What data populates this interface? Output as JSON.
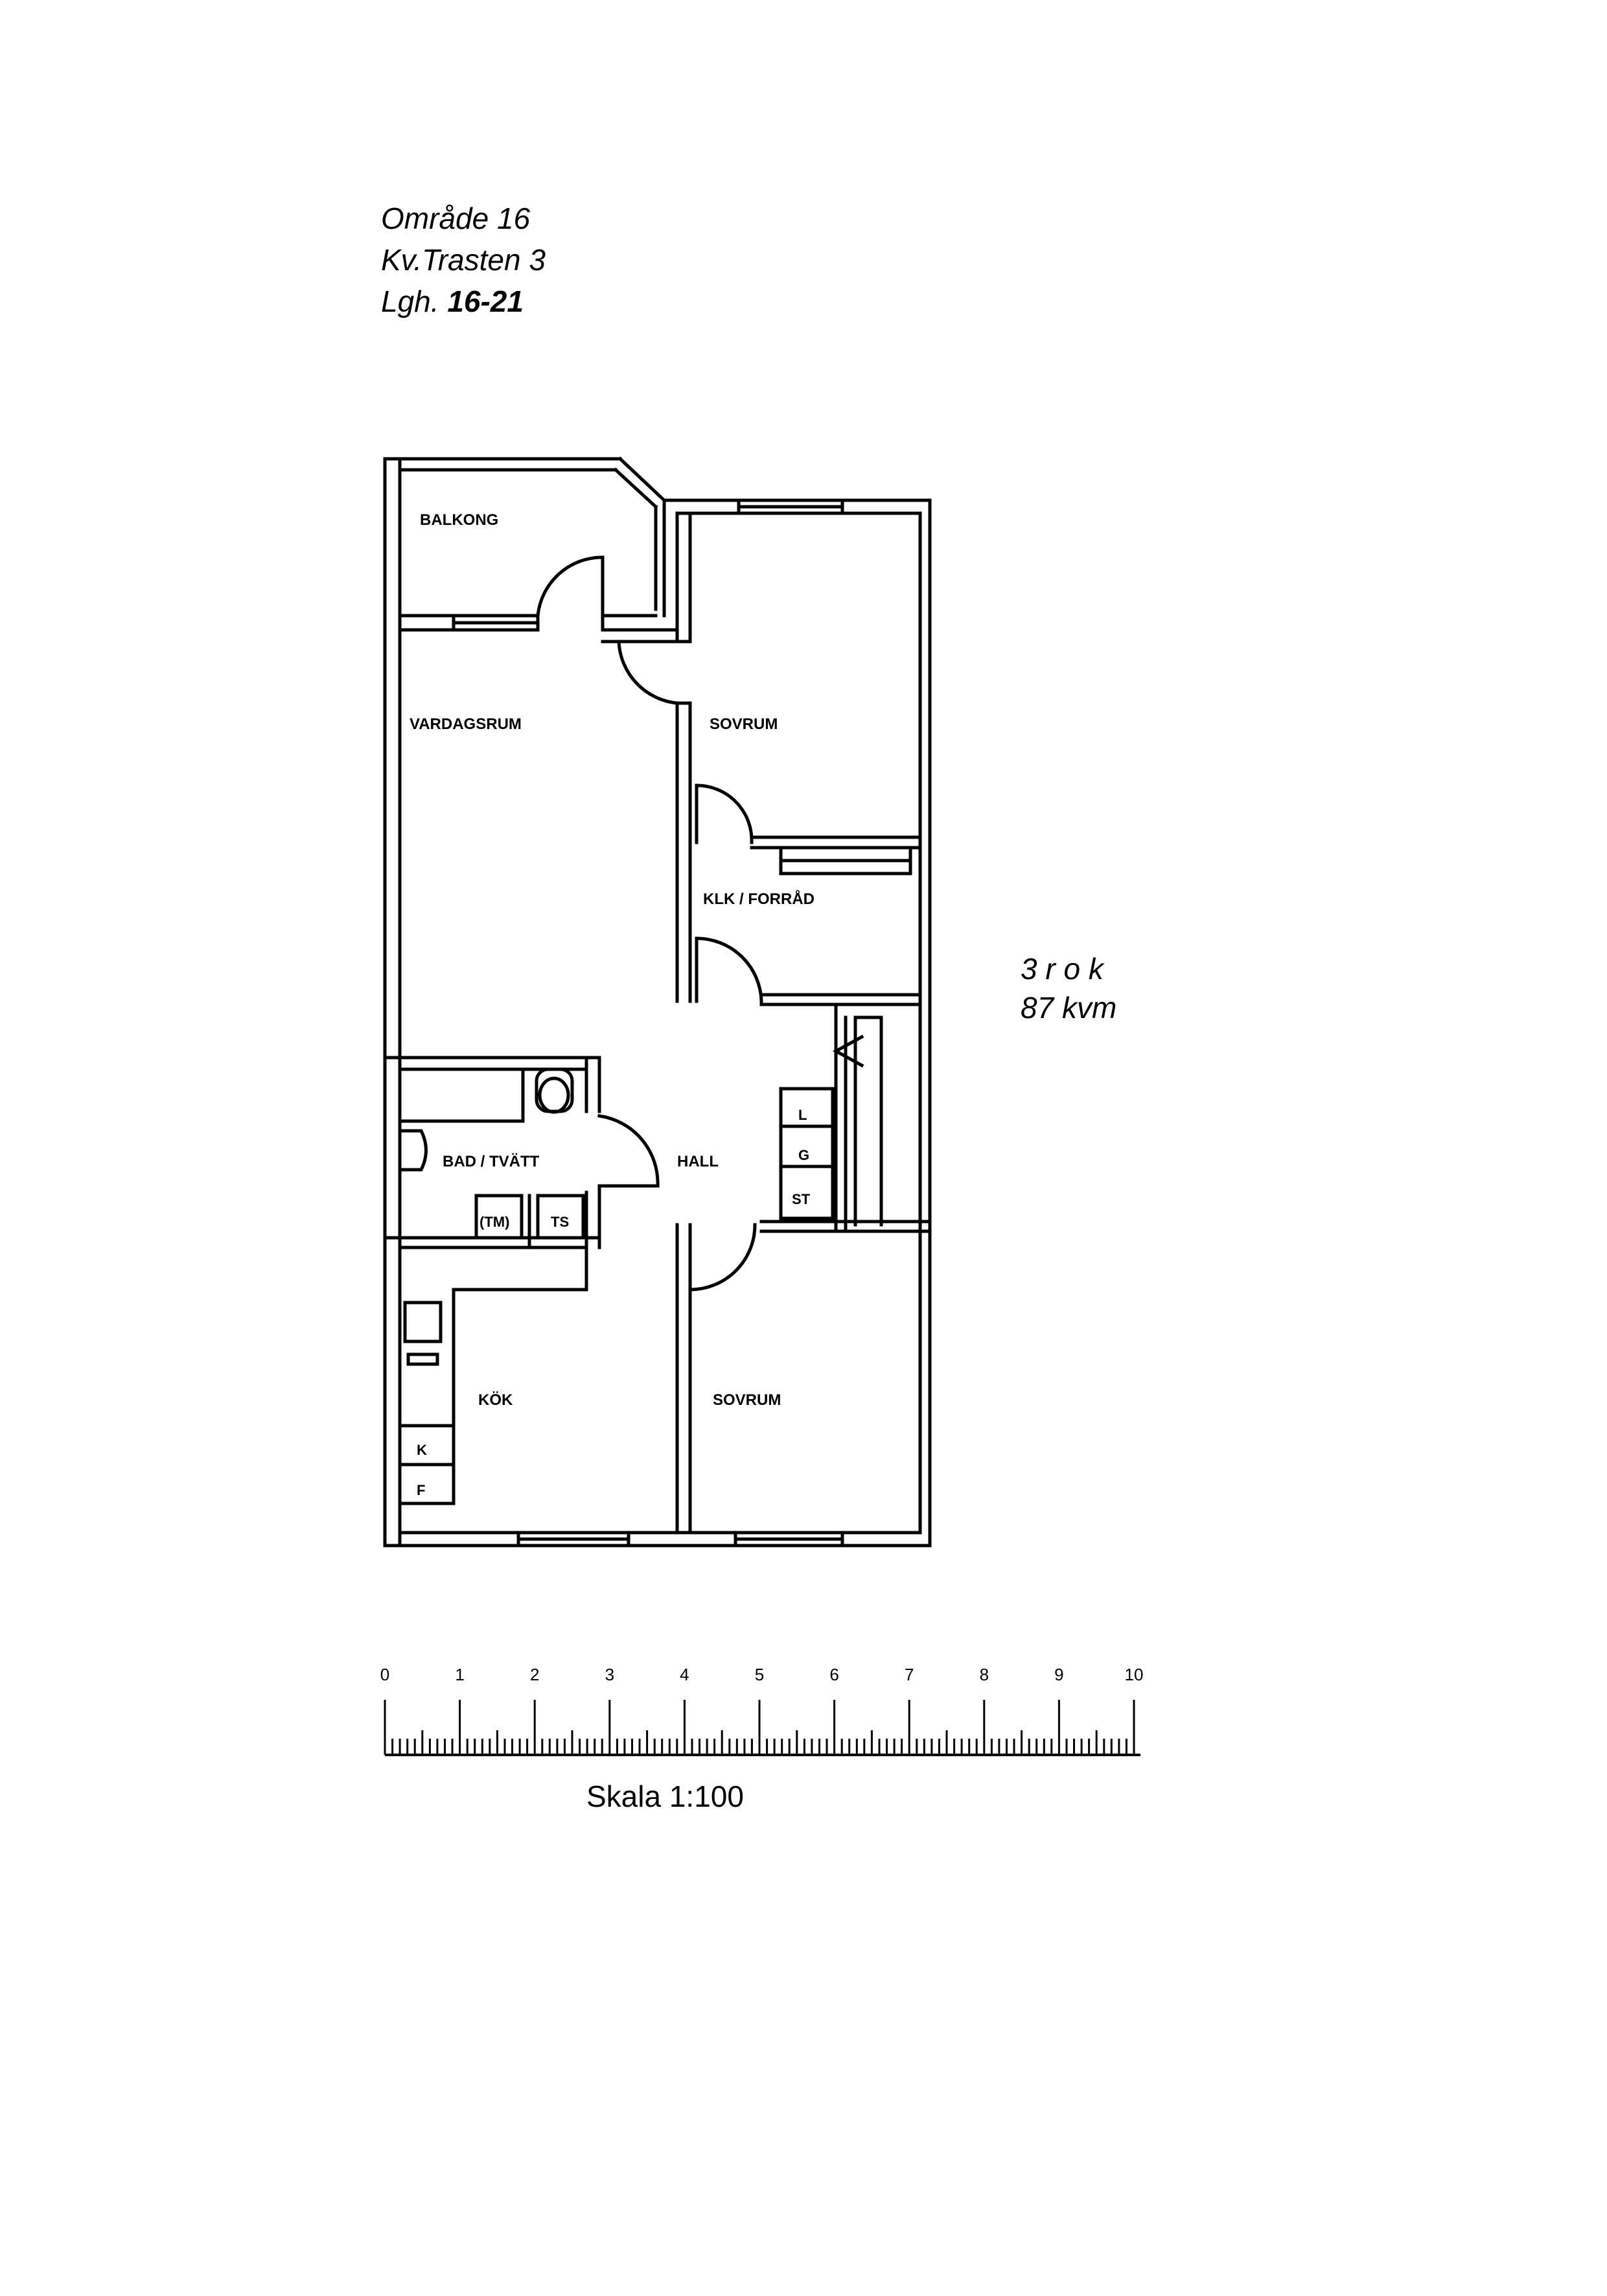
{
  "header": {
    "area": "Område 16",
    "block": "Kv.Trasten 3",
    "apt_prefix": "Lgh.",
    "apt_number": "16-21"
  },
  "info": {
    "rooms": "3 r o k",
    "size": "87 kvm"
  },
  "rooms": {
    "balkong": "BALKONG",
    "vardagsrum": "VARDAGSRUM",
    "sovrum_top": "SOVRUM",
    "klk": "KLK / FORRÅD",
    "hall": "HALL",
    "bad": "BAD / TVÄTT",
    "kok": "KÖK",
    "sovrum_bottom": "SOVRUM"
  },
  "fixtures": {
    "tm": "(TM)",
    "ts": "TS",
    "l": "L",
    "g": "G",
    "st": "ST",
    "k": "K",
    "f": "F"
  },
  "scale": {
    "ticks": [
      "0",
      "1",
      "2",
      "3",
      "4",
      "5",
      "6",
      "7",
      "8",
      "9",
      "10"
    ],
    "caption": "Skala 1:100"
  },
  "colors": {
    "ink": "#000000",
    "paper": "#ffffff"
  }
}
